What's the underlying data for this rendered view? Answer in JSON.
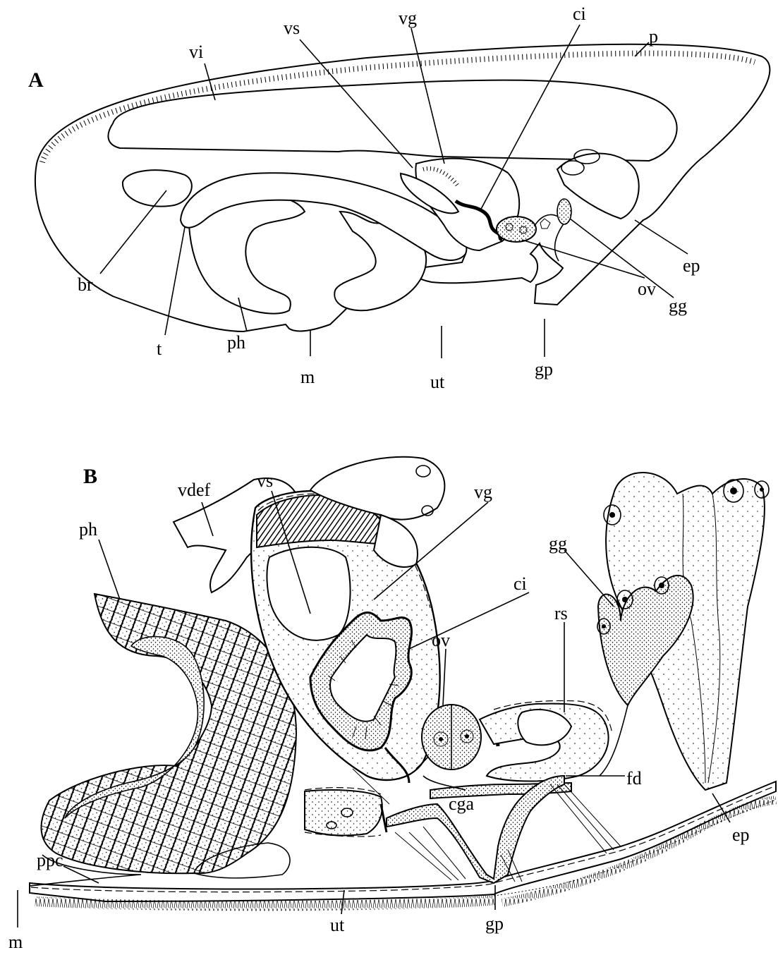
{
  "panels": {
    "a": "A",
    "b": "B"
  },
  "panel_a": {
    "labels": {
      "vi": "vi",
      "vs": "vs",
      "vg": "vg",
      "ci": "ci",
      "p": "p",
      "br": "br",
      "t": "t",
      "ph": "ph",
      "m": "m",
      "ut": "ut",
      "gp": "gp",
      "ov": "ov",
      "gg": "gg",
      "ep": "ep"
    }
  },
  "panel_b": {
    "labels": {
      "vs": "vs",
      "vdef": "vdef",
      "vg": "vg",
      "ph": "ph",
      "gg": "gg",
      "ci": "ci",
      "rs": "rs",
      "ov": "ov",
      "cga": "cga",
      "fd": "fd",
      "ep": "ep",
      "ppc": "ppc",
      "ut": "ut",
      "gp": "gp",
      "m": "m"
    }
  }
}
